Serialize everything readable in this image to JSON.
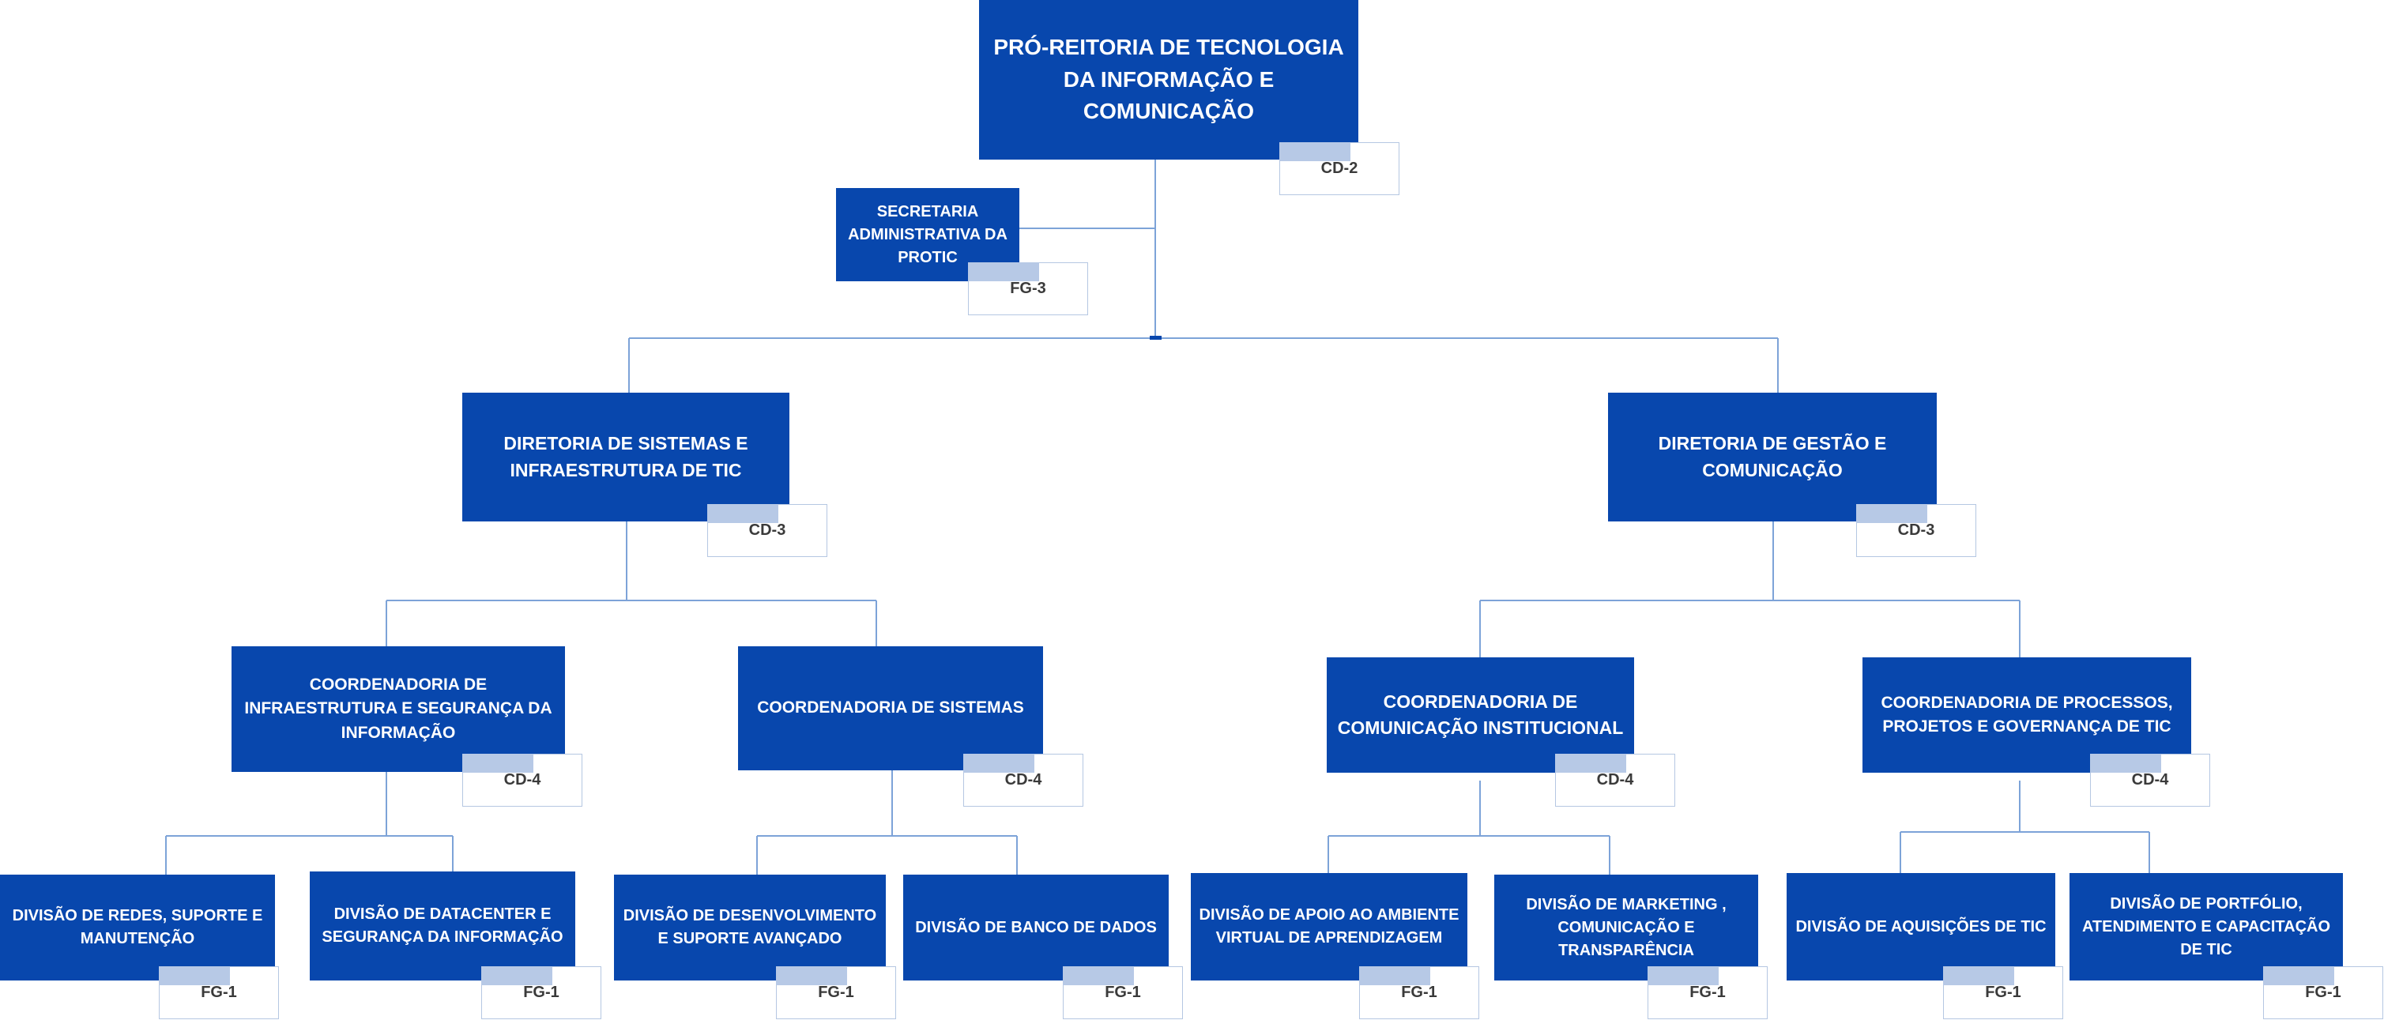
{
  "colors": {
    "box": "#0847ad",
    "connector": "#7da3d8",
    "badge_fill": "#b7c9e6"
  },
  "root": {
    "title": "PRÓ-REITORIA DE TECNOLOGIA\nDA INFORMAÇÃO E\nCOMUNICAÇÃO",
    "code": "CD-2"
  },
  "secretaria": {
    "title": "SECRETARIA\nADMINISTRATIVA DA\nPROTIC",
    "code": "FG-3"
  },
  "diretorias": [
    {
      "title": "DIRETORIA DE SISTEMAS E\nINFRAESTRUTURA DE TIC",
      "code": "CD-3",
      "coordenadorias": [
        {
          "title": "COORDENADORIA DE\nINFRAESTRUTURA E SEGURANÇA DA\nINFORMAÇÃO",
          "code": "CD-4",
          "divisoes": [
            {
              "title": "DIVISÃO DE REDES, SUPORTE E\nMANUTENÇÃO",
              "code": "FG-1"
            },
            {
              "title": "DIVISÃO DE DATACENTER E\nSEGURANÇA DA INFORMAÇÃO",
              "code": "FG-1"
            }
          ]
        },
        {
          "title": "COORDENADORIA DE SISTEMAS",
          "code": "CD-4",
          "divisoes": [
            {
              "title": "DIVISÃO DE DESENVOLVIMENTO\nE SUPORTE AVANÇADO",
              "code": "FG-1"
            },
            {
              "title": "DIVISÃO DE BANCO DE DADOS",
              "code": "FG-1"
            }
          ]
        }
      ]
    },
    {
      "title": "DIRETORIA DE GESTÃO E\nCOMUNICAÇÃO",
      "code": "CD-3",
      "coordenadorias": [
        {
          "title": "COORDENADORIA DE\nCOMUNICAÇÃO INSTITUCIONAL",
          "code": "CD-4",
          "divisoes": [
            {
              "title": "DIVISÃO DE APOIO AO AMBIENTE\nVIRTUAL DE APRENDIZAGEM",
              "code": "FG-1"
            },
            {
              "title": "DIVISÃO DE MARKETING ,\nCOMUNICAÇÃO E\nTRANSPARÊNCIA",
              "code": "FG-1"
            }
          ]
        },
        {
          "title": "COORDENADORIA DE PROCESSOS,\nPROJETOS E GOVERNANÇA DE TIC",
          "code": "CD-4",
          "divisoes": [
            {
              "title": "DIVISÃO DE AQUISIÇÕES DE TIC",
              "code": "FG-1"
            },
            {
              "title": "DIVISÃO DE PORTFÓLIO,\nATENDIMENTO E CAPACITAÇÃO\nDE TIC",
              "code": "FG-1"
            }
          ]
        }
      ]
    }
  ]
}
